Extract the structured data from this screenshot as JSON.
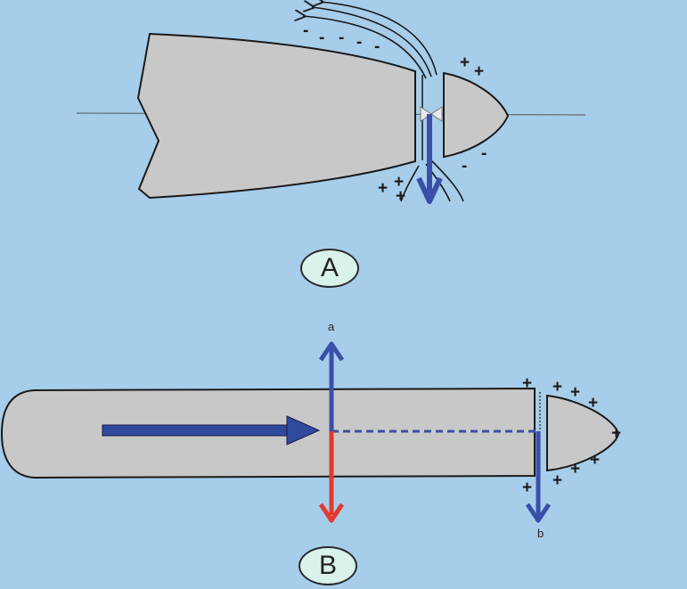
{
  "panel_a": {
    "label": "A",
    "signs_positive": [
      "+",
      "+",
      "+",
      "+",
      "+"
    ],
    "signs_negative": [
      "-",
      "-",
      "-",
      "-",
      "-",
      "-",
      "-"
    ]
  },
  "panel_b": {
    "label": "B",
    "vector_a_label": "a",
    "vector_b_label": "b",
    "signs_positive": [
      "+",
      "+",
      "+",
      "+",
      "+",
      "+",
      "+",
      "+",
      "+"
    ]
  },
  "colors": {
    "background": "#a6cdea",
    "body_fill": "#c8c8c8",
    "arrow_blue": "#3a4fa8",
    "arrow_red": "#e23a2e",
    "badge_fill": "#d9f2ec"
  }
}
